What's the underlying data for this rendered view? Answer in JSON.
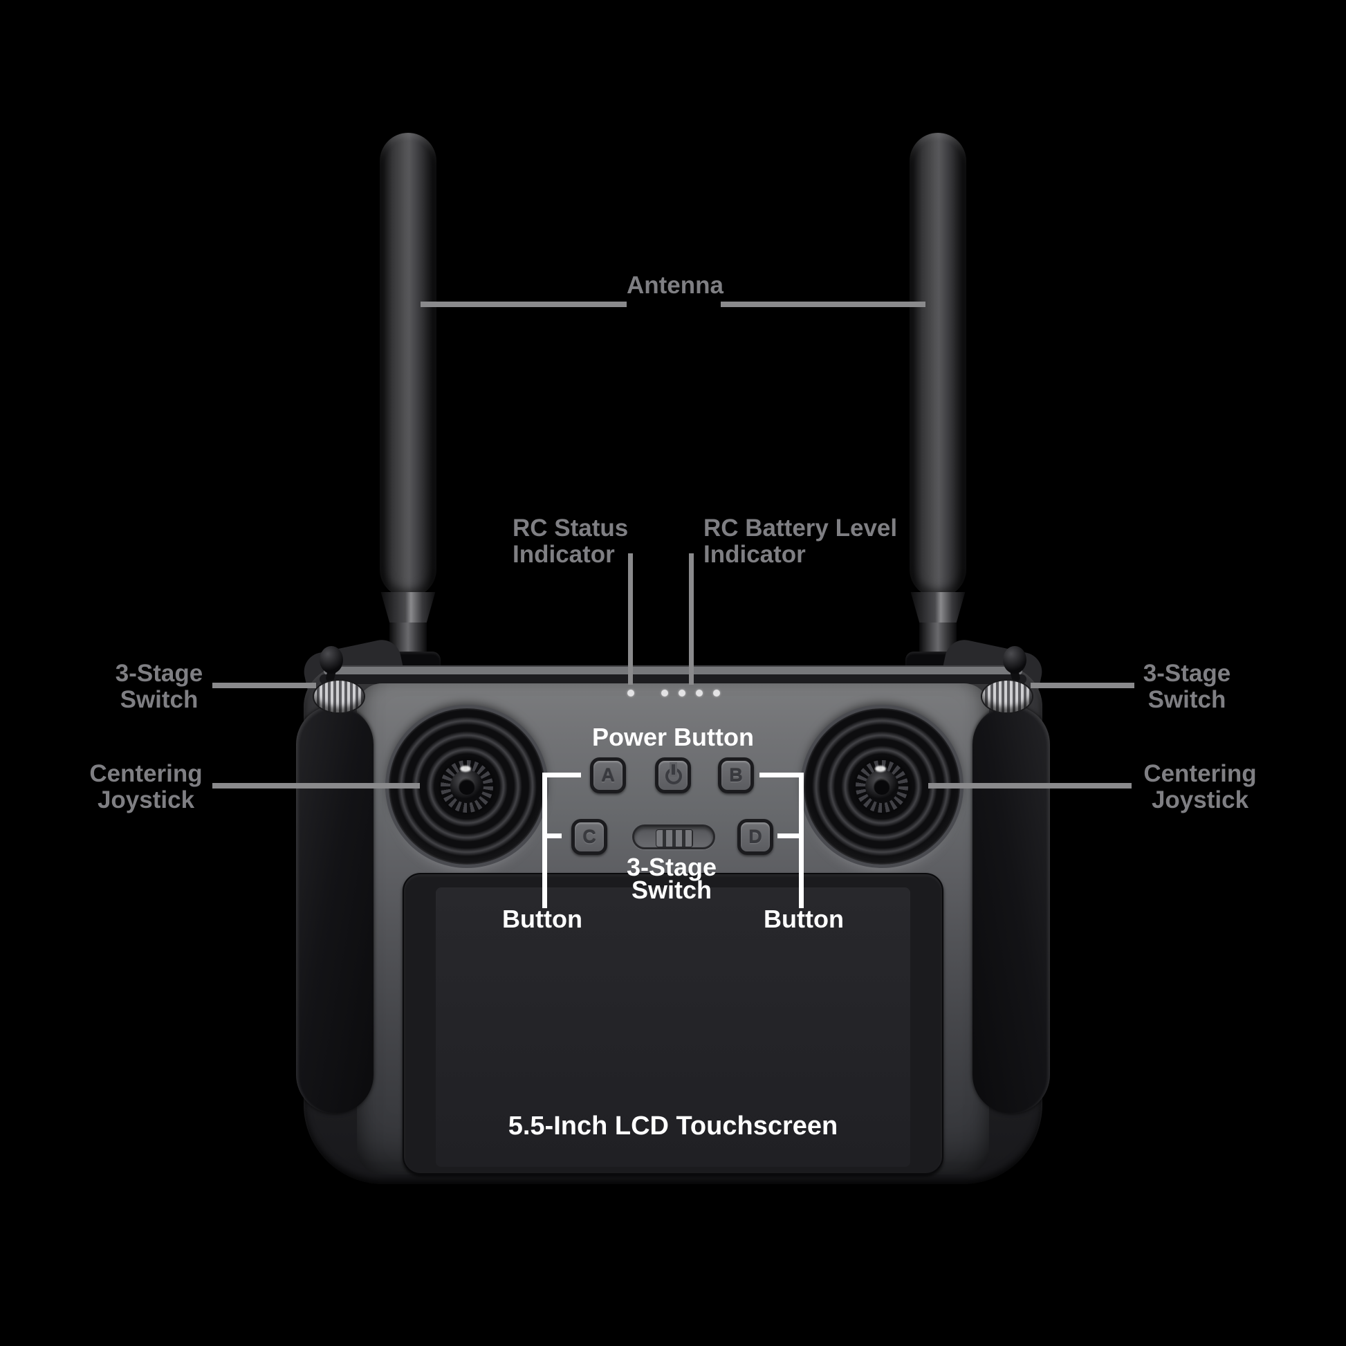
{
  "callouts": {
    "antenna": "Antenna",
    "rc_status": {
      "line1": "RC Status",
      "line2": "Indicator"
    },
    "rc_battery": {
      "line1": "RC Battery Level",
      "line2": "Indicator"
    },
    "stage_switch": {
      "line1": "3-Stage",
      "line2": "Switch"
    },
    "centering": {
      "line1": "Centering",
      "line2": "Joystick"
    },
    "power_button": "Power Button",
    "stage_switch_center": {
      "line1": "3-Stage",
      "line2": "Switch"
    },
    "button": "Button",
    "touchscreen": "5.5-Inch LCD Touchscreen"
  },
  "device": {
    "buttons": {
      "a": "A",
      "b": "B",
      "c": "C",
      "d": "D"
    },
    "icons": {
      "power": "power-icon"
    },
    "leds": {
      "status_count": 1,
      "battery_count": 4
    }
  },
  "colors": {
    "background": "#000000",
    "gray_label": "#7f7f83",
    "gray_line": "#8a8a8c",
    "white_label": "#ffffff",
    "led": "#e3e3e5"
  }
}
